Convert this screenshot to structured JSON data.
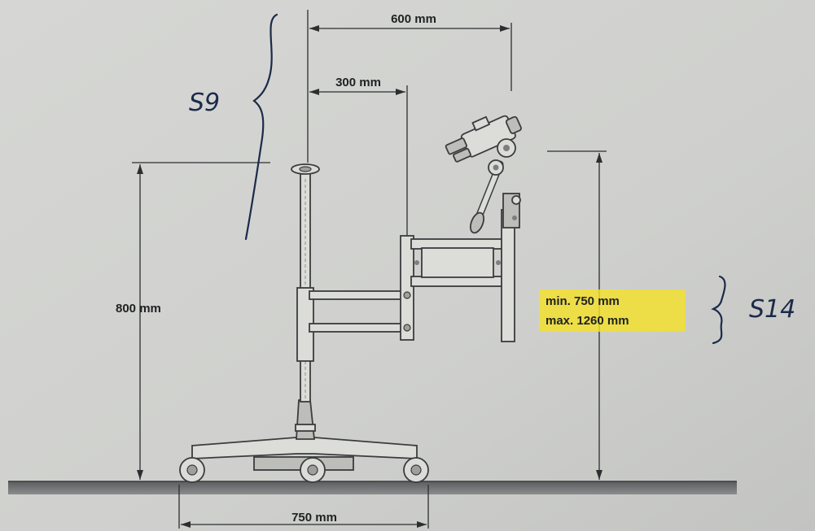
{
  "diagram": {
    "dimensions": {
      "arm_reach": "600 mm",
      "arm_offset": "300 mm",
      "column_height": "800 mm",
      "height_min": "min. 750 mm",
      "height_max": "max. 1260 mm",
      "base_width": "750 mm"
    },
    "handwritten_notes": {
      "left": "S9",
      "right": "S14"
    },
    "colors": {
      "background": "#cfd0cd",
      "highlight": "#f4e12a",
      "ink": "#1c2a4a"
    }
  }
}
